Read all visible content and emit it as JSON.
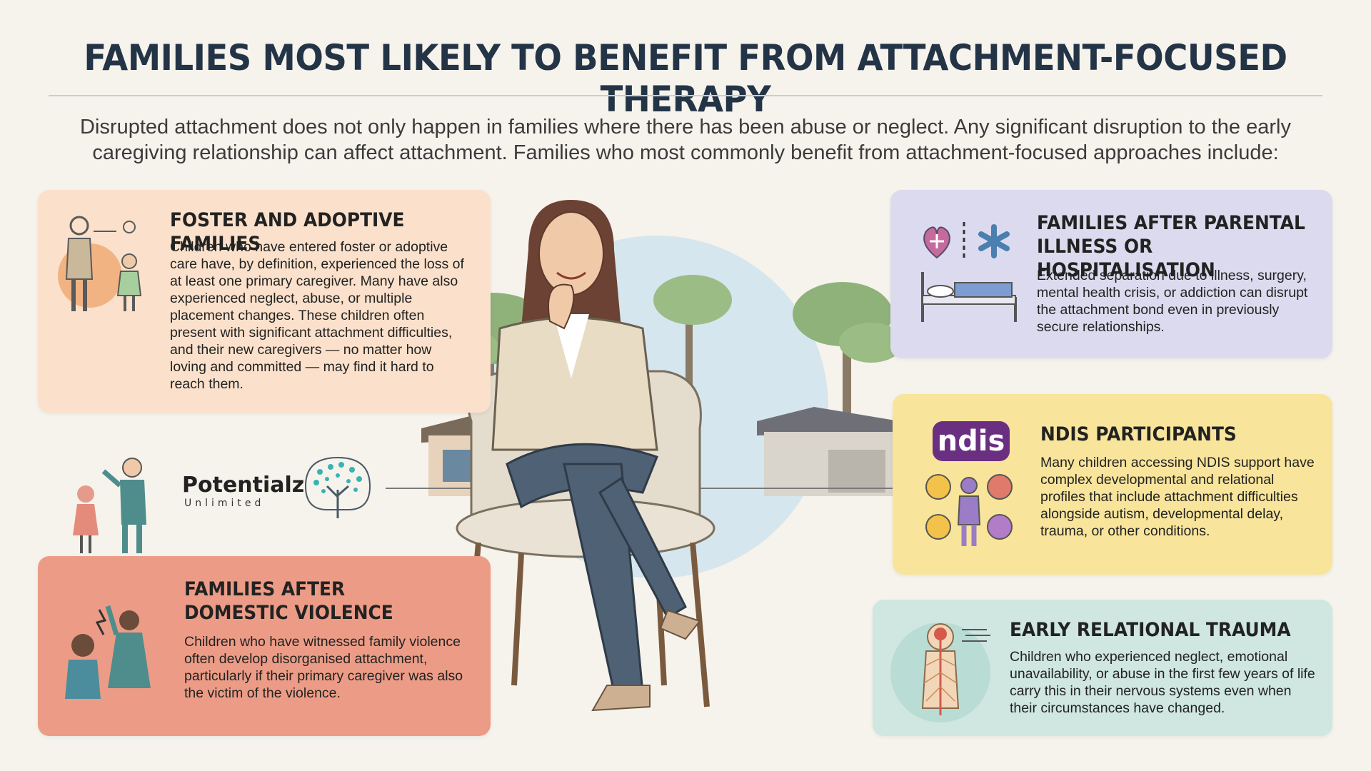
{
  "header": {
    "title": "FAMILIES MOST LIKELY TO BENEFIT FROM ATTACHMENT-FOCUSED THERAPY",
    "intro": "Disrupted attachment does not only happen in families where there has been abuse or neglect. Any significant disruption to the early caregiving relationship can affect attachment. Families who most commonly benefit from attachment-focused approaches include:"
  },
  "logo": {
    "name": "Potentialz",
    "tagline": "Unlimited"
  },
  "cards": {
    "foster": {
      "title": "FOSTER AND ADOPTIVE FAMILIES",
      "body": "Children who have entered foster or adoptive care have, by definition, experienced the loss of at least one primary caregiver. Many have also experienced neglect, abuse, or multiple placement changes. These children often present with significant attachment difficulties, and their new caregivers — no matter how loving and committed — may find it hard to reach them."
    },
    "domestic": {
      "title_line1": "FAMILIES AFTER",
      "title_line2": "DOMESTIC VIOLENCE",
      "body": "Children who have witnessed family violence often develop disorganised attachment, particularly if their primary caregiver was also the victim of the violence."
    },
    "illness": {
      "title_line1": "FAMILIES AFTER PARENTAL",
      "title_line2": "ILLNESS OR HOSPITALISATION",
      "body": "Extended separation due to illness, surgery, mental health crisis, or addiction can disrupt the attachment bond even in previously secure relationships."
    },
    "ndis": {
      "badge": "ndis",
      "title": "NDIS PARTICIPANTS",
      "body": "Many children accessing NDIS support have complex developmental and relational profiles that include attachment difficulties alongside autism, developmental delay, trauma, or other conditions."
    },
    "trauma": {
      "title": "EARLY RELATIONAL TRAUMA",
      "body": "Children who experienced neglect, emotional unavailability, or abuse in the first few years of life carry this in their nervous systems even when their circumstances have changed."
    }
  },
  "colors": {
    "foster": "#fbe1cb",
    "domestic": "#ec9c86",
    "illness": "#dcdaee",
    "ndis": "#f8e59b",
    "trauma": "#cfe6e1",
    "title": "#243447"
  }
}
